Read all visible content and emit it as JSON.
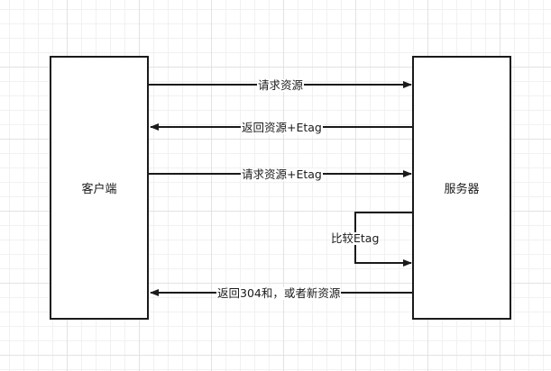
{
  "nodes": {
    "client": "客户端",
    "server": "服务器"
  },
  "messages": [
    {
      "text": "请求资源",
      "from": "client",
      "to": "server"
    },
    {
      "text": "返回资源+Etag",
      "from": "server",
      "to": "client"
    },
    {
      "text": "请求资源+Etag",
      "from": "client",
      "to": "server"
    },
    {
      "text": "比较Etag",
      "from": "server",
      "to": "server"
    },
    {
      "text": "返回304和，或者新资源",
      "from": "server",
      "to": "client"
    }
  ]
}
